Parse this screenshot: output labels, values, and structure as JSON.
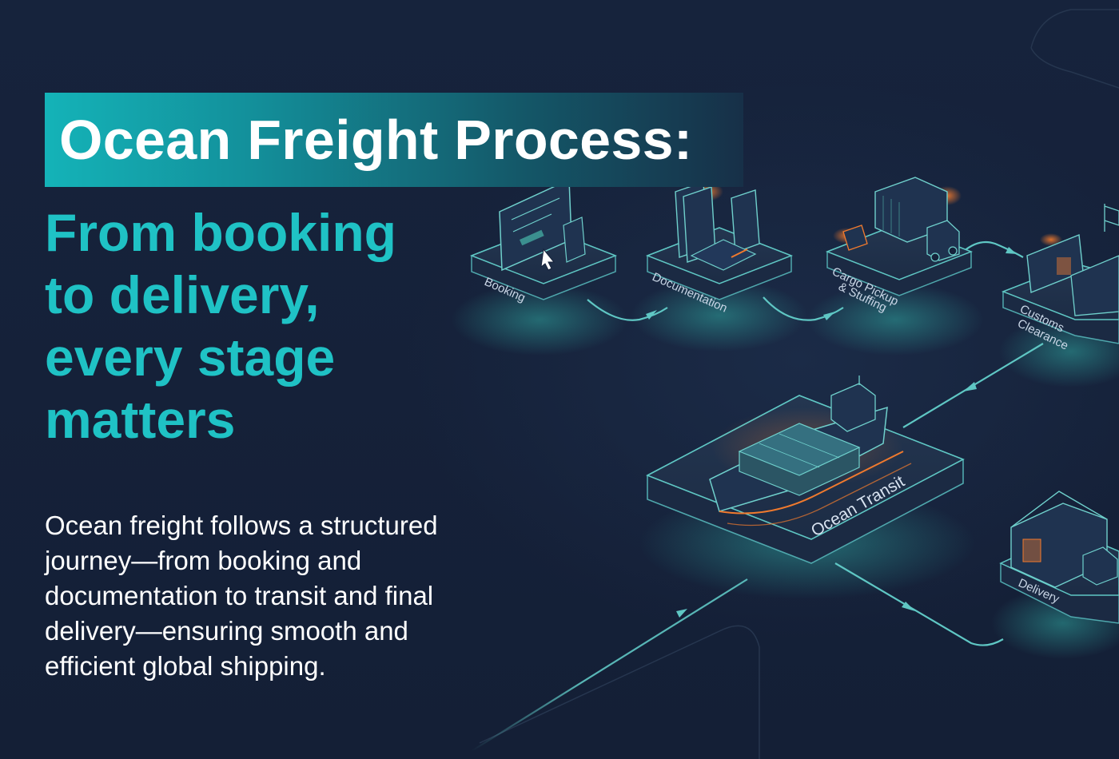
{
  "title": "Ocean Freight Process:",
  "subtitle_lines": [
    "From booking",
    "to delivery,",
    "every stage",
    "matters"
  ],
  "description_lines": [
    "Ocean freight follows a structured",
    "journey—from booking and",
    "documentation to transit and final",
    "delivery—ensuring smooth and",
    "efficient global shipping."
  ],
  "stages": {
    "booking": "Booking",
    "documentation": "Documentation",
    "cargo_line1": "Cargo Pickup",
    "cargo_line2": "& Stuffing",
    "customs_line1": "Customs",
    "customs_line2": "Clearance",
    "ocean_transit": "Ocean Transit",
    "delivery": "Delivery"
  },
  "colors": {
    "background": "#15223a",
    "accent_teal": "#1fc2c5",
    "glow_orange": "#f07a2e",
    "line_teal": "#5fc7c4"
  }
}
